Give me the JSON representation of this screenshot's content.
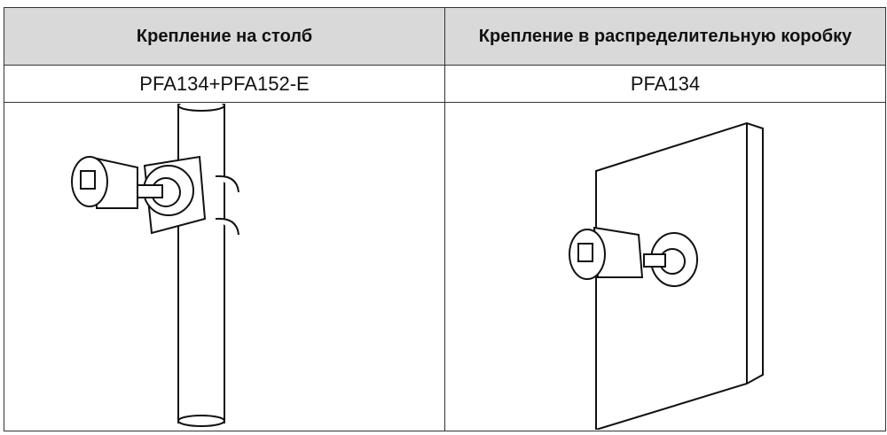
{
  "table": {
    "headers": [
      "Крепление на столб",
      "Крепление в распределительную коробку"
    ],
    "models": [
      "PFA134+PFA152-E",
      "PFA134"
    ],
    "images": [
      "pole-mount-illustration",
      "junction-box-mount-illustration"
    ]
  }
}
